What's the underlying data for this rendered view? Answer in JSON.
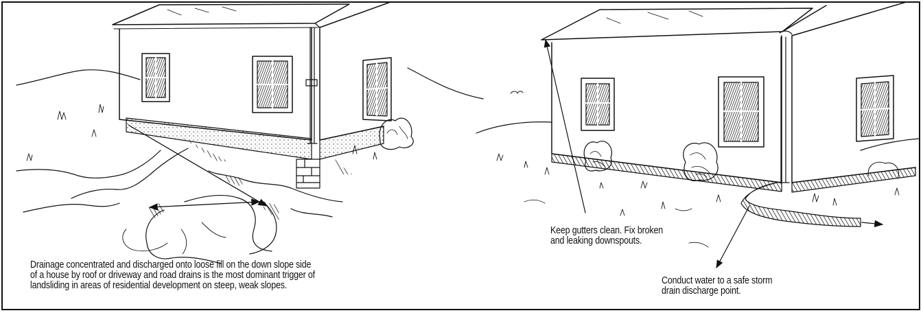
{
  "left_panel": {
    "caption_lines": [
      "Drainage concentrated and discharged onto loose fill on the down slope side",
      "of a house by roof or driveway and road drains is the most dominant trigger of",
      "landsliding in areas of residential development on steep, weak slopes."
    ]
  },
  "right_panel": {
    "gutter_callout_lines": [
      "Keep gutters clean. Fix broken",
      "and leaking downspouts."
    ],
    "storm_callout_lines": [
      "Conduct water to a safe storm",
      "drain discharge point."
    ]
  },
  "colors": {
    "ink": "#111111",
    "paper": "#ffffff"
  }
}
